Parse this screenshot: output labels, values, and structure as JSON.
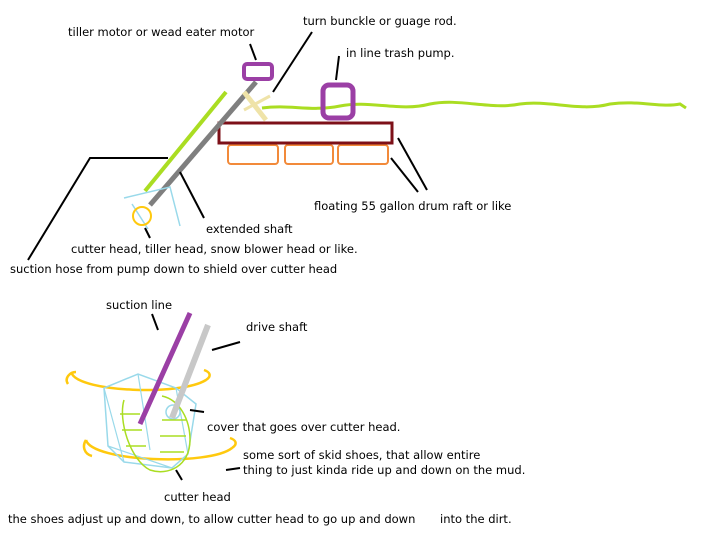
{
  "colors": {
    "lime": "#aadd22",
    "purple": "#9b3fa5",
    "maroon": "#7d1018",
    "orange": "#f28a3a",
    "gray": "#7f7f7f",
    "lightgray": "#c8c8c8",
    "tan": "#efe3a8",
    "lightblue": "#99d9ea",
    "yellow": "#ffc90e",
    "black": "#000000"
  },
  "labels": {
    "motor": "tiller motor or wead eater motor",
    "turnbuckle": "turn bunckle or guage rod.",
    "pump": "in line trash pump.",
    "raft": "floating 55 gallon drum raft or like",
    "shaft": "extended shaft",
    "cutter_head_options": "cutter head, tiller head, snow blower head or like.",
    "suction_hose": "suction hose from pump down to shield over cutter head",
    "suction_line": "suction line",
    "drive_shaft": "drive shaft",
    "cover": "cover that goes over cutter head.",
    "skid_line1": "some sort of skid shoes, that allow entire",
    "skid_line2": "thing to just kinda ride up and down on the mud.",
    "cutter_head": "cutter head",
    "shoes_adjust": "the shoes adjust up and down, to allow cutter head to go up and down",
    "into_dirt": "into the dirt."
  }
}
